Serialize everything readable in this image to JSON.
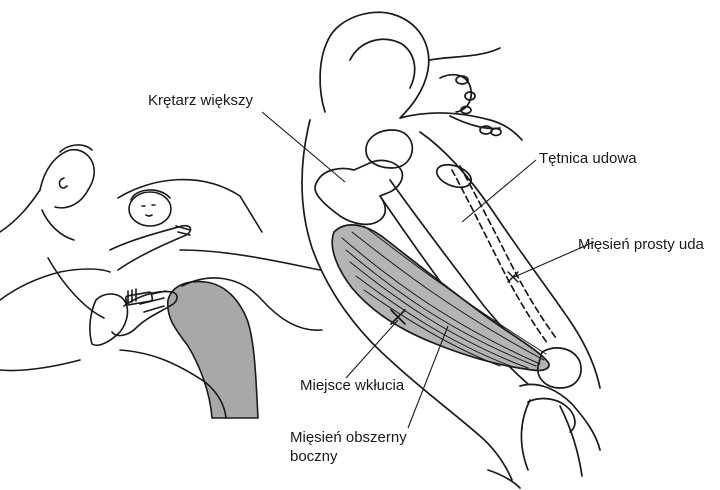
{
  "labels": {
    "greater_trochanter": "Krętarz  większy",
    "femoral_artery": "Tętnica udowa",
    "rectus_femoris": "Mięsień prosty uda",
    "injection_site": "Miejsce wkłucia",
    "vastus_lateralis_line1": "Mięsień obszerny",
    "vastus_lateralis_line2": "boczny"
  },
  "colors": {
    "ink": "#1a1a1a",
    "muscle_shade": "#b4b4b4",
    "thigh_shade": "#a8a8a8",
    "background": "#ffffff"
  }
}
